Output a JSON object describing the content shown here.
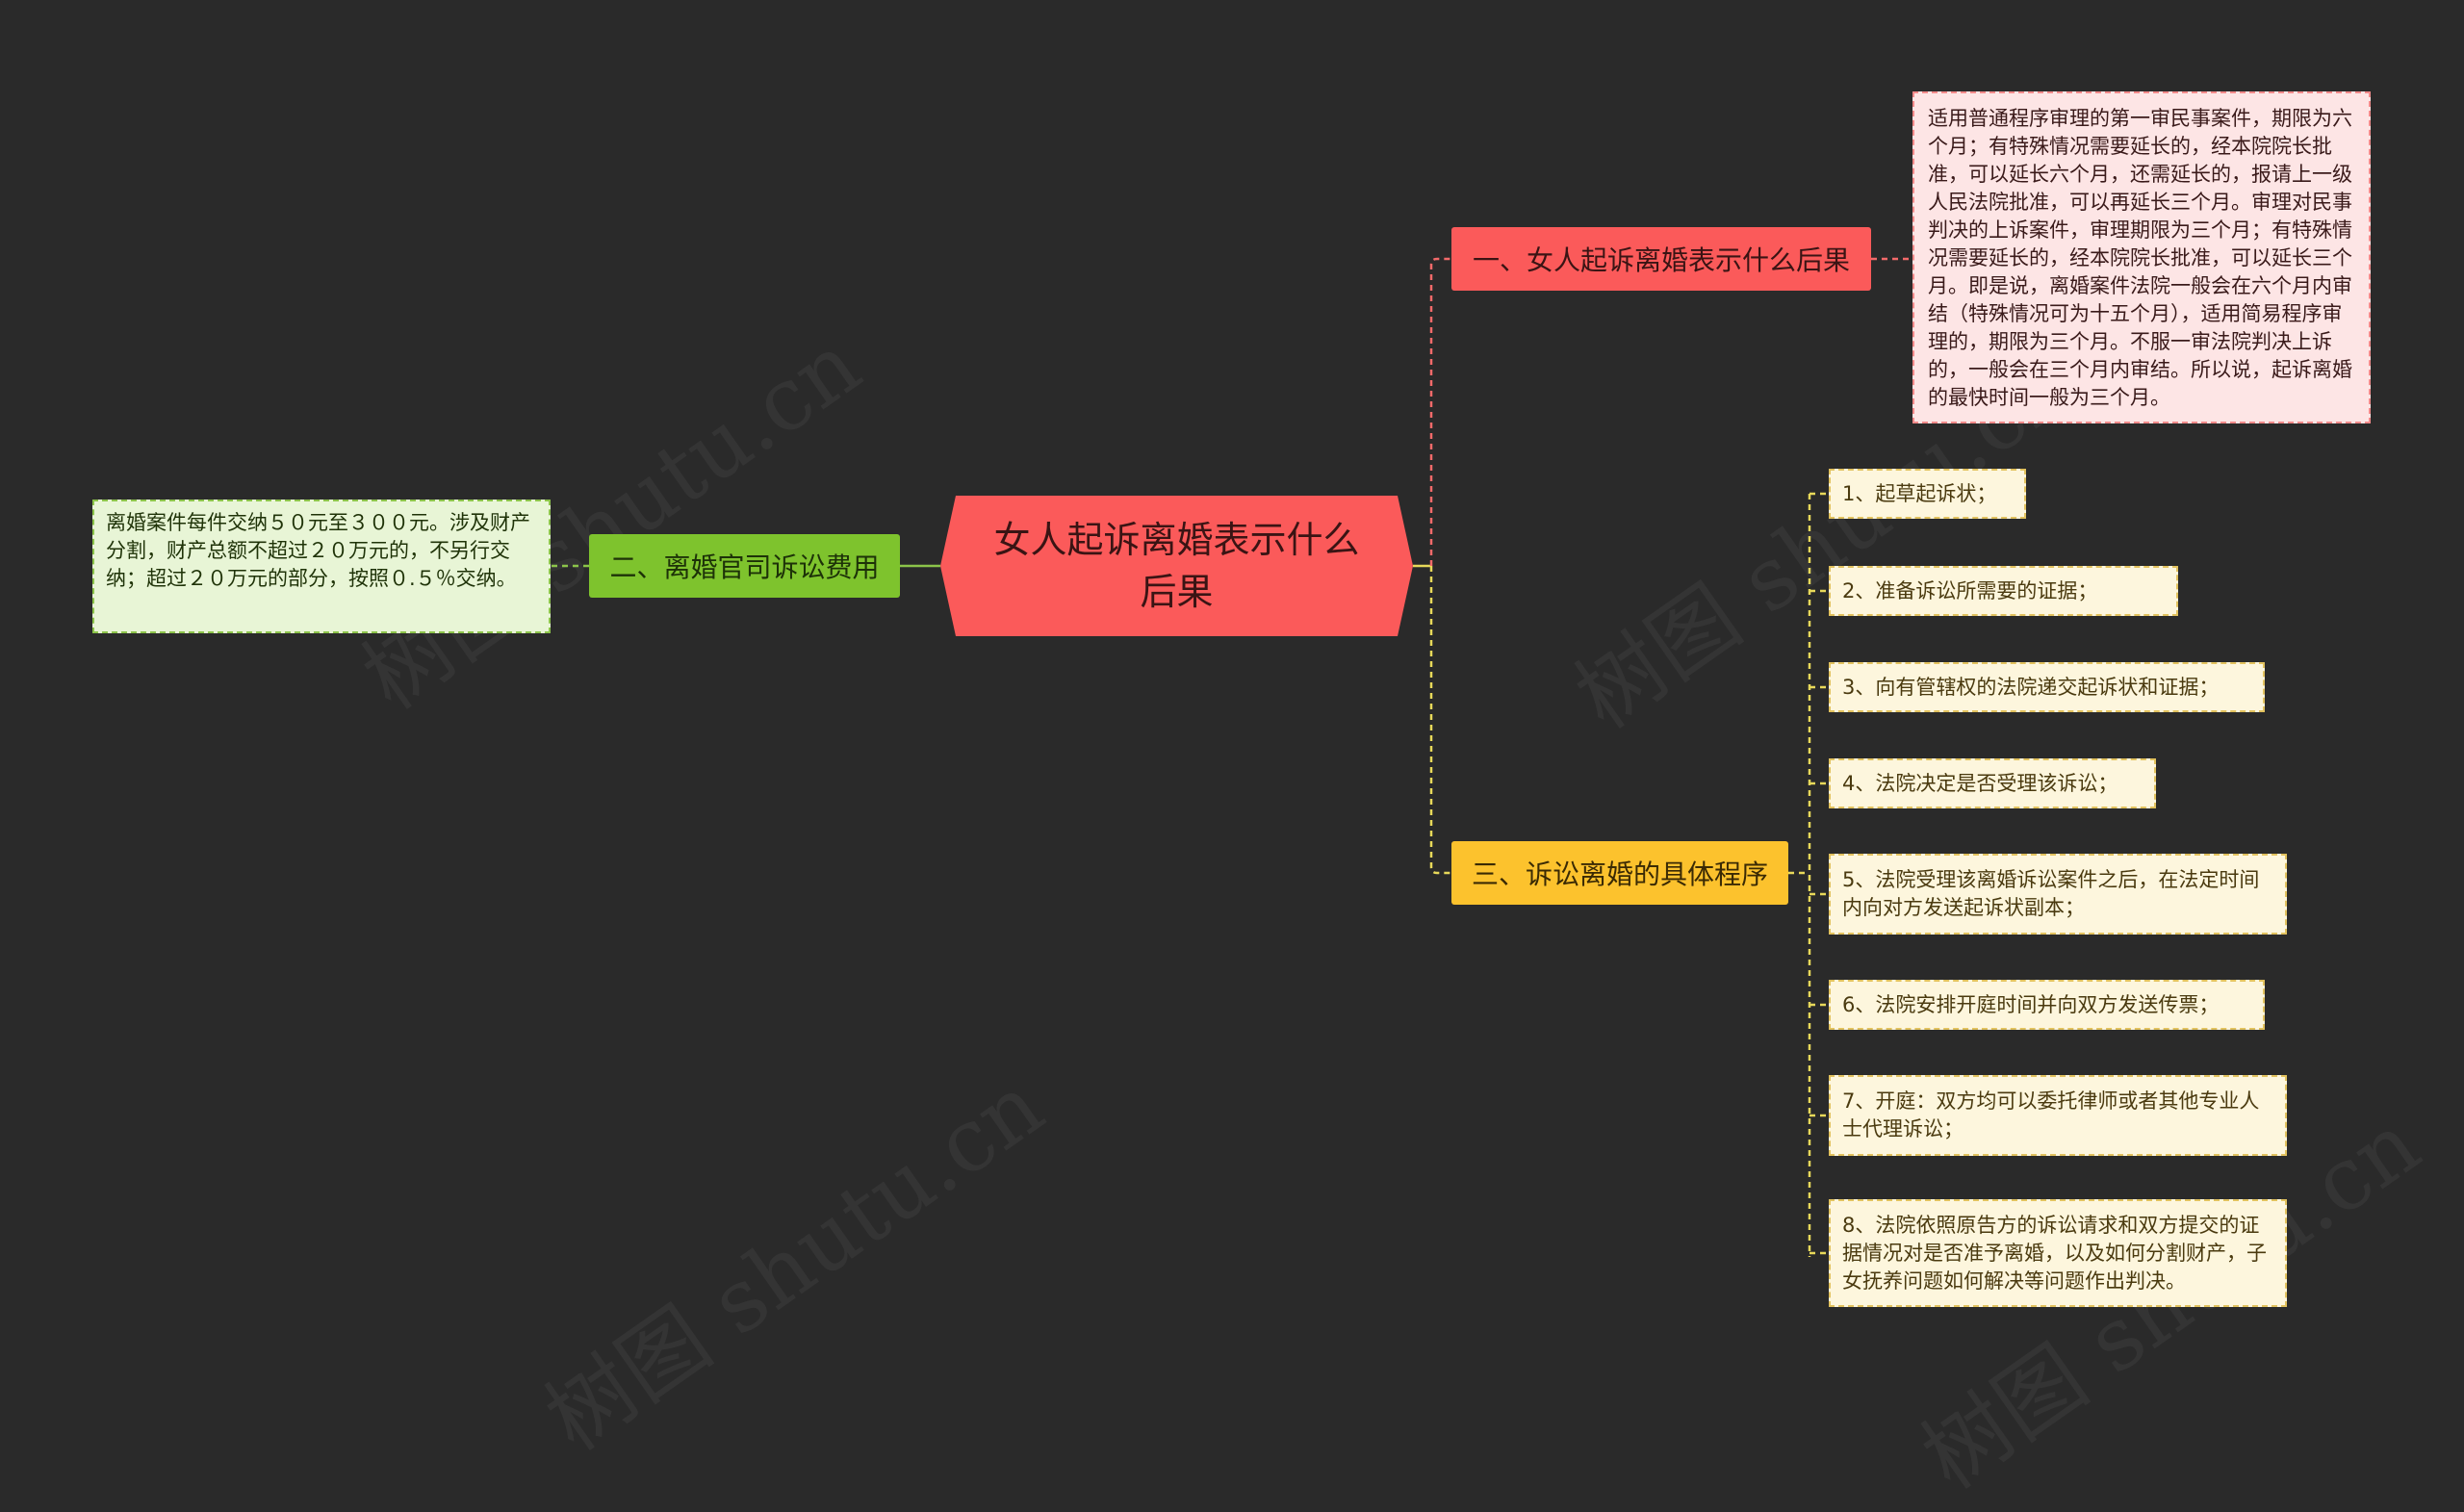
{
  "root": {
    "title": "女人起诉离婚表示什么后果"
  },
  "branches": [
    {
      "label": "一、女人起诉离婚表示什么后果",
      "color": "#fb5a5a"
    },
    {
      "label": "二、离婚官司诉讼费用",
      "color": "#7ec32d"
    },
    {
      "label": "三、诉讼离婚的具体程序",
      "color": "#fcc22d"
    }
  ],
  "details": {
    "b1": "适用普通程序审理的第一审民事案件，期限为六个月；有特殊情况需要延长的，经本院院长批准，可以延长六个月，还需延长的，报请上一级人民法院批准，可以再延长三个月。审理对民事判决的上诉案件，审理期限为三个月；有特殊情况需要延长的，经本院院长批准，可以延长三个月。即是说，离婚案件法院一般会在六个月内审结（特殊情况可为十五个月），适用简易程序审理的，期限为三个月。不服一审法院判决上诉的，一般会在三个月内审结。所以说，起诉离婚的最快时间一般为三个月。",
    "b2": "离婚案件每件交纳５０元至３００元。涉及财产分割，财产总额不超过２０万元的，不另行交纳；超过２０万元的部分，按照０.５％交纳。"
  },
  "steps": [
    "1、起草起诉状；",
    "2、准备诉讼所需要的证据；",
    "3、向有管辖权的法院递交起诉状和证据；",
    "4、法院决定是否受理该诉讼；",
    "5、法院受理该离婚诉讼案件之后，在法定时间内向对方发送起诉状副本；",
    "6、法院安排开庭时间并向双方发送传票；",
    "7、开庭：双方均可以委托律师或者其他专业人士代理诉讼；",
    "8、法院依照原告方的诉讼请求和双方提交的证据情况对是否准予离婚，以及如何分割财产，子女抚养问题如何解决等问题作出判决。"
  ],
  "watermark": "树图 shutu.cn"
}
